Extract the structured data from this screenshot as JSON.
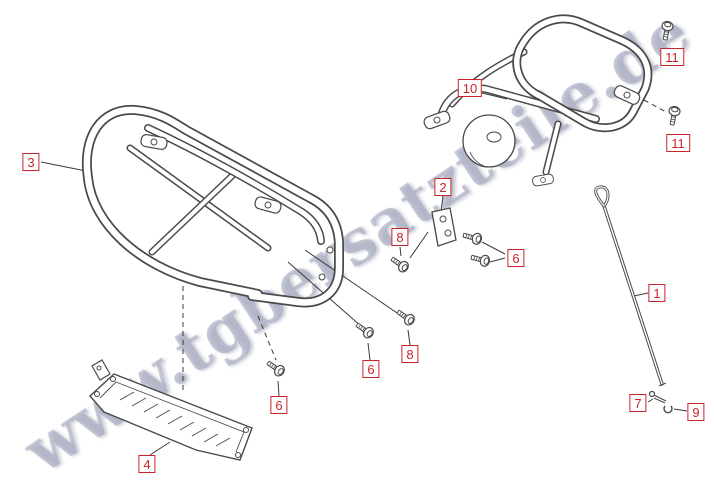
{
  "watermark": {
    "text": "www.tgbersatzteile.de",
    "color": "#a4a8be"
  },
  "colors": {
    "label_border": "#c8242b",
    "label_text": "#c8242b",
    "line": "#4a4a4a",
    "background": "#ffffff"
  },
  "labels": [
    {
      "num": "3"
    },
    {
      "num": "10"
    },
    {
      "num": "11"
    },
    {
      "num": "11"
    },
    {
      "num": "2"
    },
    {
      "num": "8"
    },
    {
      "num": "6"
    },
    {
      "num": "1"
    },
    {
      "num": "8"
    },
    {
      "num": "6"
    },
    {
      "num": "6"
    },
    {
      "num": "4"
    },
    {
      "num": "7"
    },
    {
      "num": "9"
    }
  ]
}
